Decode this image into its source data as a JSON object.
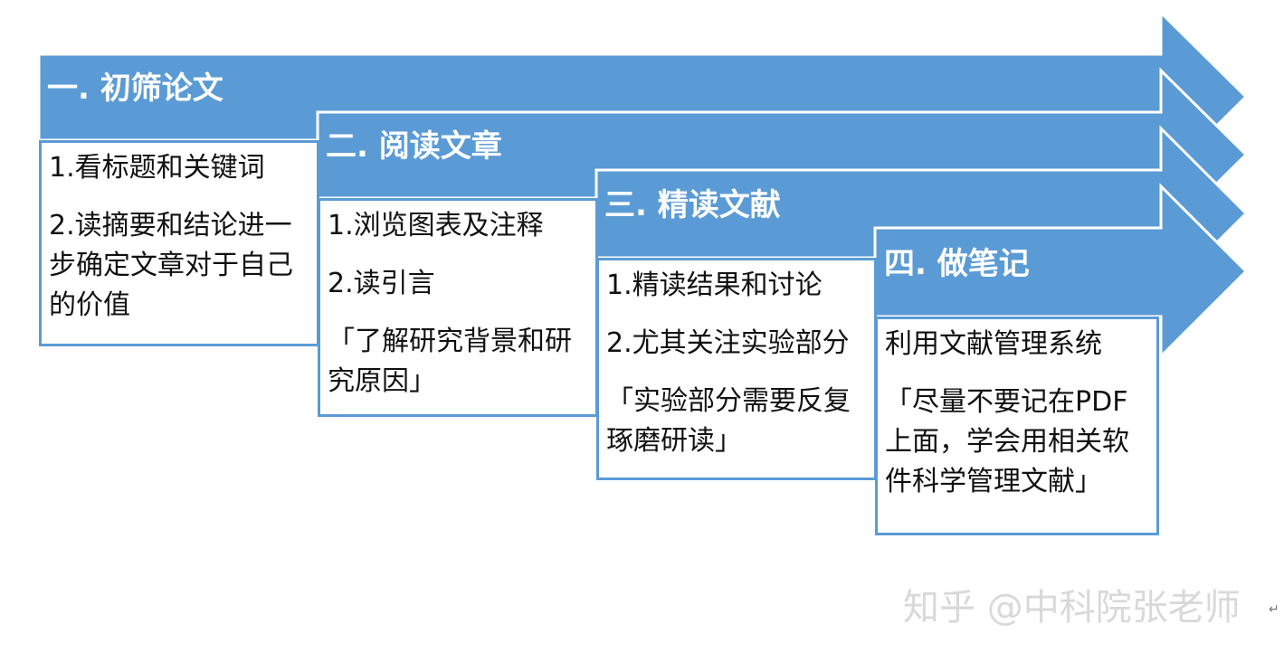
{
  "colors": {
    "arrow_fill": "#5b9bd5",
    "arrow_outline": "#ffffff",
    "box_border": "#5b9bd5",
    "watermark": "#d9d9d9"
  },
  "steps": [
    {
      "title": "一. 初筛论文",
      "items": [
        "1.看标题和关键词",
        "2.读摘要和结论进一步确定文章对于自己的价值"
      ]
    },
    {
      "title": "二. 阅读文章",
      "items": [
        "1.浏览图表及注释",
        "2.读引言",
        "「了解研究背景和研究原因」"
      ]
    },
    {
      "title": "三. 精读文献",
      "items": [
        "1.精读结果和讨论",
        "2.尤其关注实验部分",
        "「实验部分需要反复琢磨研读」"
      ]
    },
    {
      "title": "四. 做笔记",
      "items": [
        "利用文献管理系统",
        "「尽量不要记在PDF上面，学会用相关软件科学管理文献」"
      ]
    }
  ],
  "watermark": "知乎 @中科院张老师"
}
